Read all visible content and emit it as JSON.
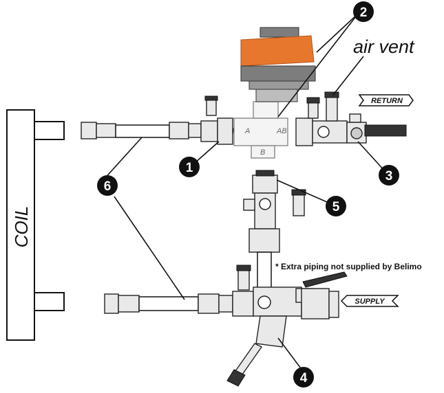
{
  "coil": {
    "label": "COIL"
  },
  "labels": {
    "air_vent": "air vent",
    "return": "RETURN",
    "supply": "SUPPLY",
    "note": "* Extra piping not supplied by Belimo"
  },
  "ports": {
    "a": "A",
    "ab": "AB",
    "b": "B"
  },
  "callouts": [
    "1",
    "2",
    "3",
    "4",
    "5",
    "6"
  ],
  "colors": {
    "actuator_orange": "#e8772e",
    "actuator_gray": "#7d7d7d",
    "outline": "#222222"
  }
}
